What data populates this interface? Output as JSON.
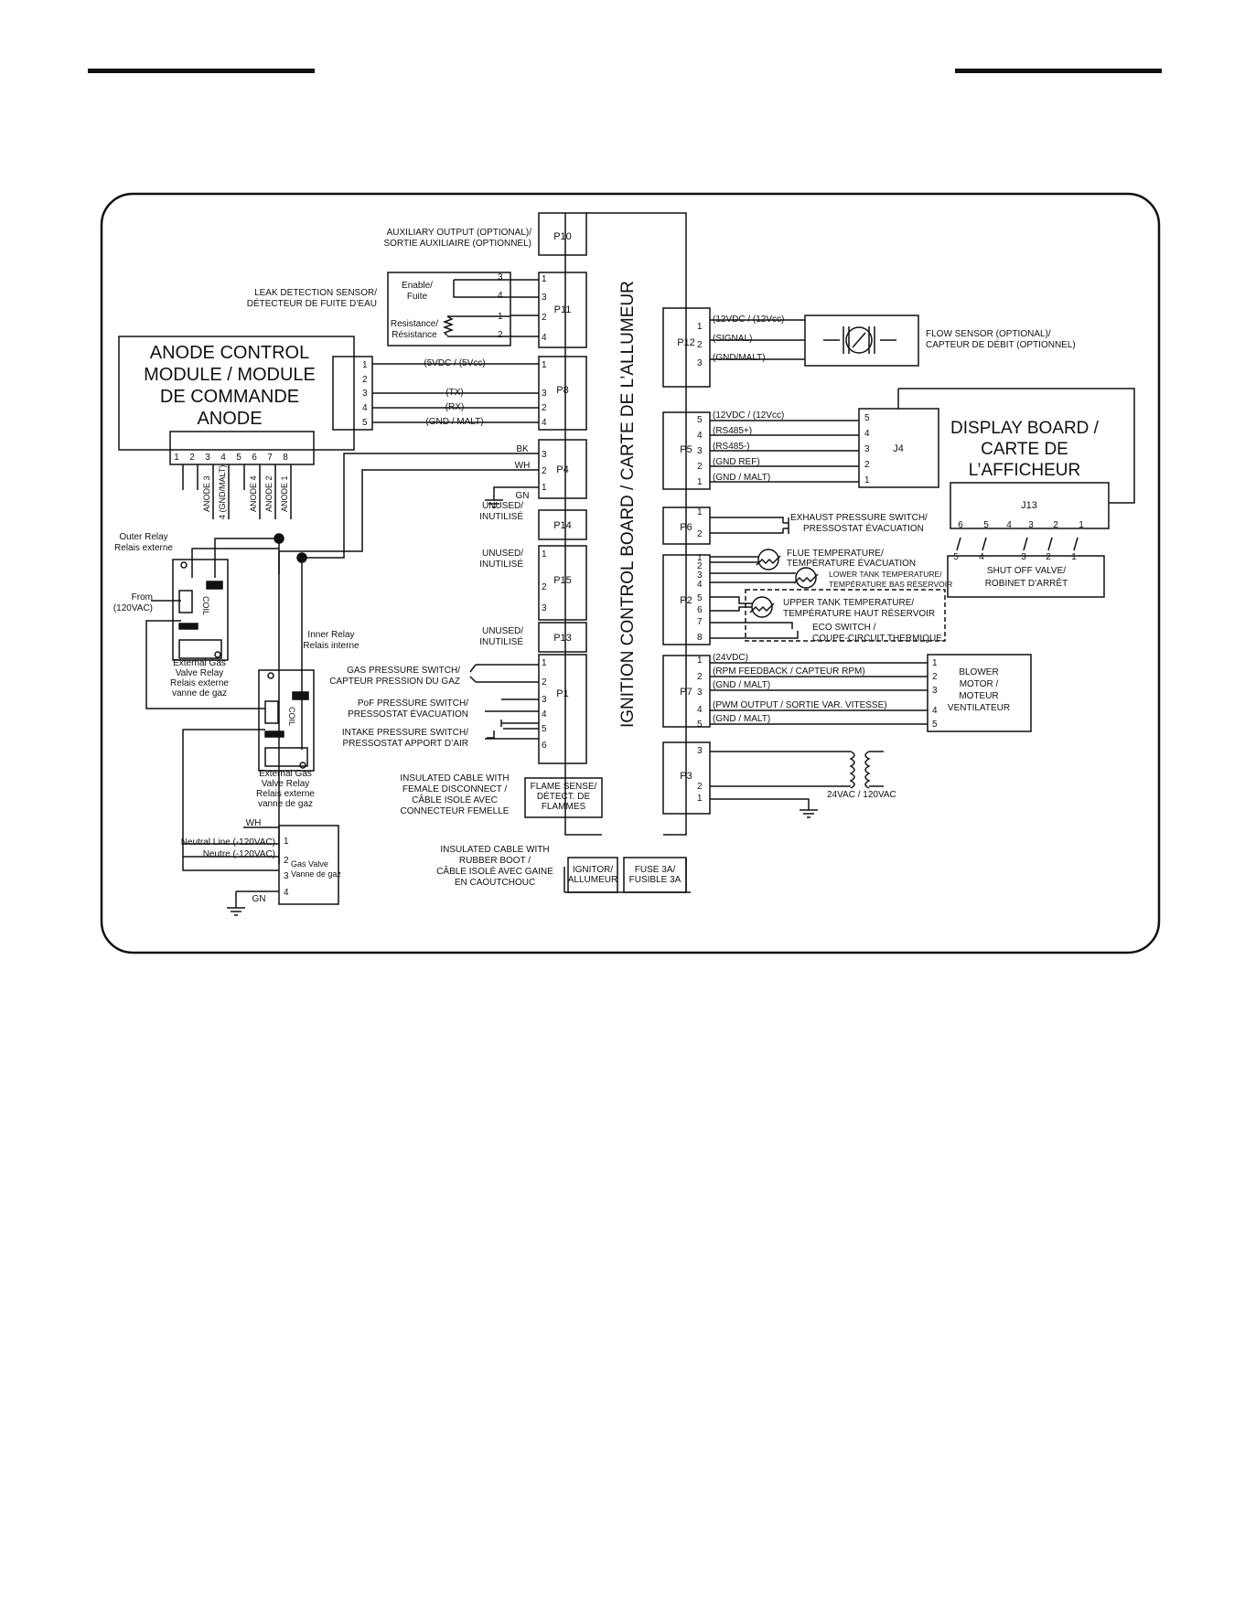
{
  "connectors": {
    "p10": "P10",
    "p11": "P11",
    "p8": "P8",
    "p4": "P4",
    "p14": "P14",
    "p15": "P15",
    "p13": "P13",
    "p1": "P1",
    "p12": "P12",
    "p5": "P5",
    "p6": "P6",
    "p2": "P2",
    "p7": "P7",
    "p3": "P3",
    "j4": "J4",
    "j13": "J13"
  },
  "board_title": "IGNITION CONTROL BOARD / CARTE DE L’ALLUMEUR",
  "left": {
    "aux_1": "AUXILIARY OUTPUT (OPTIONAL)/",
    "aux_2": "SORTIE AUXILIAIRE (OPTIONNEL)",
    "leak_1": "LEAK DETECTION SENSOR/",
    "leak_2": "DÉTECTEUR DE FUITE D’EAU",
    "enable_1": "Enable/",
    "enable_2": "Fuite",
    "res_1": "Resistance/",
    "res_2": "Résistance",
    "anode_1": "ANODE CONTROL",
    "anode_2": "MODULE / MODULE",
    "anode_3": "DE COMMANDE",
    "anode_4": "ANODE",
    "p8_w1": "(5VDC / (5Vcc)",
    "p8_w3": "(TX)",
    "p8_w2": "(RX)",
    "p8_w4": "(GND / MALT)",
    "anode_pins": [
      "1",
      "2",
      "3",
      "4",
      "5",
      "6",
      "7",
      "8"
    ],
    "anode3": "ANODE 3",
    "gnd_malt": "4 (GND/MALT)",
    "anode4": "ANODE 4",
    "anode2": "ANODE 2",
    "anode1": "ANODE 1",
    "bk": "BK",
    "wh": "WH",
    "gn": "GN",
    "outer_1": "Outer Relay",
    "outer_2": "Relais externe",
    "from_1": "From",
    "from_2": "(120VAC)",
    "coil": "COIL",
    "ext_relay": [
      "External Gas",
      "Valve Relay",
      "Relais externe",
      "vanne de gaz"
    ],
    "inner_1": "Inner Relay",
    "inner_2": "Relais interne",
    "unused_1": "UNUSED/",
    "unused_2": "INUTILISÉ",
    "gps_1": "GAS PRESSURE SWITCH/",
    "gps_2": "CAPTEUR PRESSION DU GAZ",
    "pof_1": "PoF PRESSURE SWITCH/",
    "pof_2": "PRESSOSTAT ÉVACUATION",
    "intake_1": "INTAKE PRESSURE SWITCH/",
    "intake_2": "PRESSOSTAT APPORT D’AIR",
    "ins_female": [
      "INSULATED CABLE WITH",
      "FEMALE DISCONNECT /",
      "CÂBLE ISOLÉ AVEC",
      "CONNECTEUR FEMELLE"
    ],
    "flame": [
      "FLAME SENSE/",
      "DÉTECT. DE",
      "FLAMMES"
    ],
    "ins_boot": [
      "INSULATED CABLE WITH",
      "RUBBER BOOT /",
      "CÂBLE ISOLÉ AVEC GAINE",
      "EN CAOUTCHOUC"
    ],
    "ignitor": [
      "IGNITOR/",
      "ALLUMEUR"
    ],
    "fuse": [
      "FUSE 3A/",
      "FUSIBLE 3A"
    ],
    "wh2": "WH",
    "neutral_1": "Neutral Line (-120VAC)",
    "neutral_2": "Neutre (-120VAC)",
    "gas_valve_1": "Gas Valve",
    "gas_valve_2": "Vanne de gaz",
    "gn2": "GN"
  },
  "right": {
    "p12_w1": "(12VDC / (12Vcc)",
    "p12_w2": "(SIGNAL)",
    "p12_w3": "(GND/MALT)",
    "flow_1": "FLOW SENSOR (OPTIONAL)/",
    "flow_2": "CAPTEUR DE DÉBIT (OPTIONNEL)",
    "p5_w5": "(12VDC / (12Vcc)",
    "p5_w4": "(RS485+)",
    "p5_w3": "(RS485-)",
    "p5_w2": "(GND REF)",
    "p5_w1": "(GND / MALT)",
    "display_1": "DISPLAY BOARD /",
    "display_2": "CARTE DE",
    "display_3": "L’AFFICHEUR",
    "j13_top": [
      "6",
      "5",
      "4",
      "3",
      "2",
      "1"
    ],
    "j13_bot": [
      "5",
      "4",
      "3",
      "2",
      "1"
    ],
    "shutoff_1": "SHUT OFF VALVE/",
    "shutoff_2": "ROBINET D’ARRÊT",
    "exhaust_1": "EXHAUST PRESSURE SWITCH/",
    "exhaust_2": "PRESSOSTAT ÉVACUATION",
    "flue_1": "FLUE TEMPERATURE/",
    "flue_2": "TEMPÉRATURE ÉVACUATION",
    "lower_1": "LOWER TANK TEMPERATURE/",
    "lower_2": "TEMPÉRATURE BAS RÉSERVOIR",
    "upper_1": "UPPER TANK TEMPERATURE/",
    "upper_2": "TEMPÉRATURE HAUT RÉSERVOIR",
    "eco_1": "ECO SWITCH /",
    "eco_2": "COUPE-CIRCUIT THERMIQUE",
    "p7_w1": "(24VDC)",
    "p7_w2": "(RPM FEEDBACK / CAPTEUR RPM)",
    "p7_w3": "(GND / MALT)",
    "p7_w4": "(PWM OUTPUT / SORTIE VAR. VITESSE)",
    "p7_w5": "(GND / MALT)",
    "blower": [
      "BLOWER",
      "MOTOR /",
      "MOTEUR",
      "VENTILATEUR"
    ],
    "transformer": "24VAC / 120VAC"
  }
}
